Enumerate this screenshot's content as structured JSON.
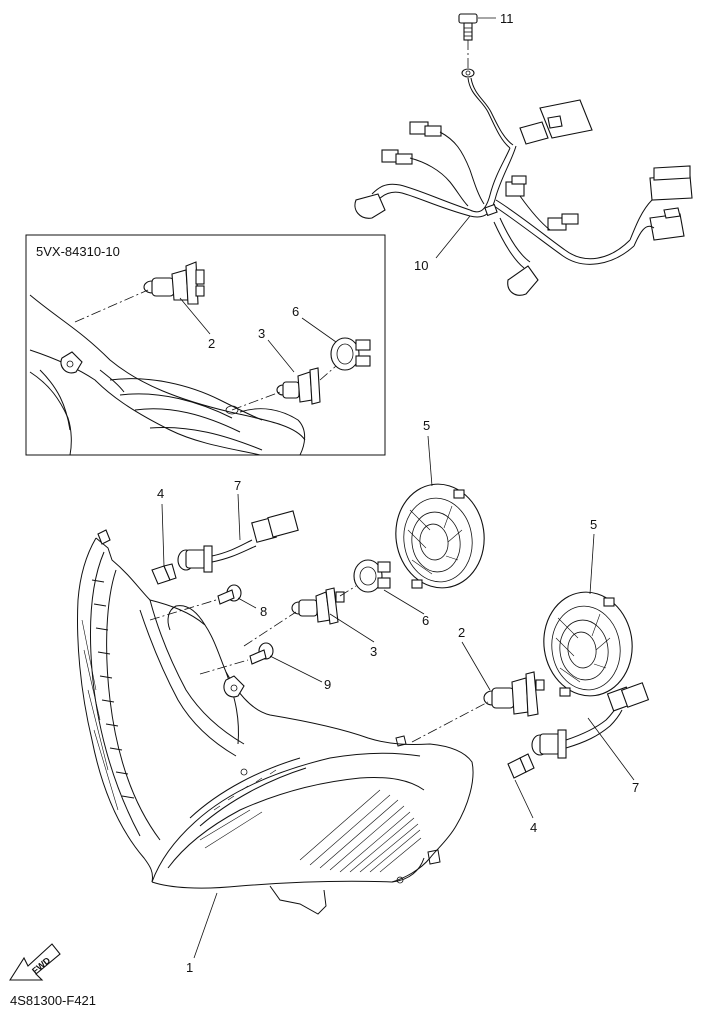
{
  "drawing_code": "4S81300-F421",
  "inset_label": "5VX-84310-10",
  "fwd_label": "FWD",
  "callouts": {
    "c1": "1",
    "c2_inset": "2",
    "c3_inset": "3",
    "c6_inset": "6",
    "c2": "2",
    "c3": "3",
    "c4_left": "4",
    "c4_right": "4",
    "c5_left": "5",
    "c5_right": "5",
    "c6": "6",
    "c7_left": "7",
    "c7_right": "7",
    "c8": "8",
    "c9": "9",
    "c10": "10",
    "c11": "11"
  }
}
